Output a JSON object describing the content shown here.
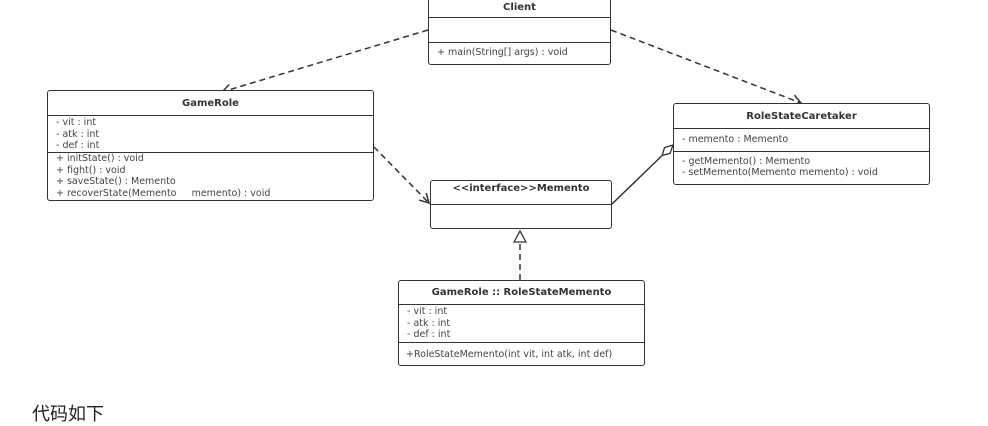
{
  "classes": {
    "client": {
      "name": "Client",
      "attributes": [],
      "methods": [
        "+ main(String[] args) : void"
      ]
    },
    "gamerole": {
      "name": "GameRole",
      "attributes": [
        "- vit : int",
        "- atk : int",
        "- def : int"
      ],
      "methods": [
        "+ initState() : void",
        "+ fight() : void",
        "+ saveState() : Memento",
        "+ recoverState(Memento     memento) : void"
      ]
    },
    "caretaker": {
      "name": "RoleStateCaretaker",
      "attributes": [
        "- memento : Memento"
      ],
      "methods": [
        "- getMemento() : Memento",
        "- setMemento(Memento memento) : void"
      ]
    },
    "memento": {
      "name": "<<interface>>Memento",
      "attributes": [],
      "methods": []
    },
    "rolestatememento": {
      "name": "GameRole :: RoleStateMemento",
      "attributes": [
        "- vit : int",
        "- atk : int",
        "- def : int"
      ],
      "methods": [
        "+RoleStateMemento(int vit, int atk, int def)"
      ]
    }
  },
  "relations": [
    {
      "from": "Client",
      "to": "GameRole",
      "type": "dependency"
    },
    {
      "from": "Client",
      "to": "RoleStateCaretaker",
      "type": "dependency"
    },
    {
      "from": "GameRole",
      "to": "<<interface>>Memento",
      "type": "dependency"
    },
    {
      "from": "RoleStateCaretaker",
      "to": "<<interface>>Memento",
      "type": "aggregation"
    },
    {
      "from": "GameRole :: RoleStateMemento",
      "to": "<<interface>>Memento",
      "type": "realization"
    }
  ],
  "footer_text": "代码如下"
}
